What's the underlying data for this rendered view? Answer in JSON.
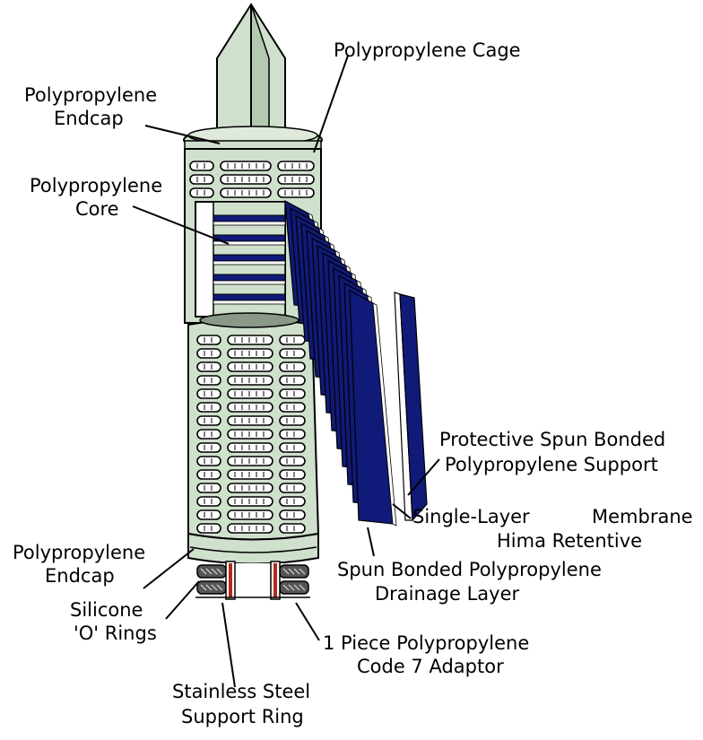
{
  "colors": {
    "body": "#cfe0cc",
    "body_shade": "#b3c9b0",
    "outline": "#000000",
    "pleat": "#101a78",
    "support": "#ffffff",
    "oring": "#555555",
    "adaptor_band": "#b22a1e"
  },
  "labels": {
    "cage": "Polypropylene Cage",
    "top_endcap_1": "Polypropylene",
    "top_endcap_2": "Endcap",
    "core_1": "Polypropylene",
    "core_2": "Core",
    "protective_1": "Protective Spun Bonded",
    "protective_2": "Polypropylene Support",
    "single_layer": "Single-Layer",
    "membrane": "Membrane",
    "hima": "Hima Retentive",
    "drainage_1": "Spun Bonded Polypropylene",
    "drainage_2": "Drainage Layer",
    "bottom_endcap_1": "Polypropylene",
    "bottom_endcap_2": "Endcap",
    "silicone_1": "Silicone",
    "silicone_2": "'O' Rings",
    "adaptor_1": "1 Piece Polypropylene",
    "adaptor_2": "Code 7 Adaptor",
    "ring_1": "Stainless Steel",
    "ring_2": "Support Ring"
  }
}
